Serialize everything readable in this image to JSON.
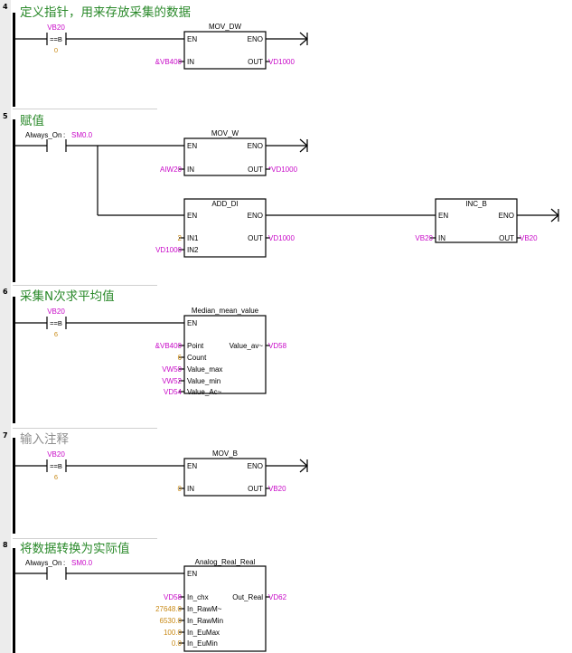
{
  "rungs": [
    {
      "number": "4",
      "title": "定义指针，用来存放采集的数据",
      "contact": {
        "operand": "VB20",
        "compare": "==B",
        "value": "0"
      },
      "block": {
        "name": "MOV_DW",
        "en": "EN",
        "eno": "ENO",
        "in_label": "IN",
        "out_label": "OUT",
        "in_val": "&VB400",
        "out_val": "VD1000"
      }
    },
    {
      "number": "5",
      "title": "赋值",
      "contact": {
        "always_on": "Always_On",
        "sm": "SM0.0"
      },
      "block1": {
        "name": "MOV_W",
        "en": "EN",
        "eno": "ENO",
        "in_label": "IN",
        "out_label": "OUT",
        "in_val": "AIW20",
        "out_val": "*VD1000"
      },
      "block2": {
        "name": "ADD_DI",
        "en": "EN",
        "eno": "ENO",
        "in1_label": "IN1",
        "in2_label": "IN2",
        "out_label": "OUT",
        "in1_val": "2",
        "in2_val": "VD1000",
        "out_val": "VD1000"
      },
      "block3": {
        "name": "INC_B",
        "en": "EN",
        "eno": "ENO",
        "in_label": "IN",
        "out_label": "OUT",
        "in_val": "VB20",
        "out_val": "VB20"
      }
    },
    {
      "number": "6",
      "title": "采集N次求平均值",
      "contact": {
        "operand": "VB20",
        "compare": "==B",
        "value": "6"
      },
      "block": {
        "name": "Median_mean_value",
        "en": "EN",
        "pins": [
          "Point",
          "Count",
          "Value_max",
          "Value_min",
          "Value_Ac~"
        ],
        "vals": [
          "&VB400",
          "6",
          "VW50",
          "VW52",
          "VD54"
        ],
        "out_label": "Value_av~",
        "out_val": "VD58"
      }
    },
    {
      "number": "7",
      "title": "输入注释",
      "contact": {
        "operand": "VB20",
        "compare": "==B",
        "value": "6"
      },
      "block": {
        "name": "MOV_B",
        "en": "EN",
        "eno": "ENO",
        "in_label": "IN",
        "out_label": "OUT",
        "in_val": "0",
        "out_val": "VB20"
      }
    },
    {
      "number": "8",
      "title": "将数据转换为实际值",
      "contact": {
        "always_on": "Always_On",
        "sm": "SM0.0"
      },
      "block": {
        "name": "Analog_Real_Real",
        "en": "EN",
        "pins": [
          "In_chx",
          "In_RawM~",
          "In_RawMin",
          "In_EuMax",
          "In_EuMin"
        ],
        "vals": [
          "VD58",
          "27648.0",
          "6530.0",
          "100.0",
          "0.0"
        ],
        "out_label": "Out_Real",
        "out_val": "VD62"
      }
    }
  ]
}
